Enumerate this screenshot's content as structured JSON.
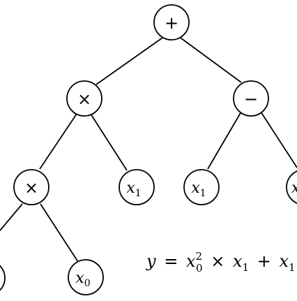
{
  "tree": {
    "nodes": {
      "root": {
        "label": "+",
        "kind": "operator"
      },
      "mult_left": {
        "label": "×",
        "kind": "operator"
      },
      "minus_right": {
        "label": "−",
        "kind": "operator"
      },
      "mult_inner": {
        "label": "×",
        "kind": "operator"
      },
      "x1_mid": {
        "label": "x",
        "sub": "1",
        "kind": "variable"
      },
      "x1_right": {
        "label": "x",
        "sub": "1",
        "kind": "variable"
      },
      "x_cutoff_right": {
        "label": "x",
        "kind": "variable"
      },
      "x0_bottom": {
        "label": "x",
        "sub": "0",
        "kind": "variable"
      }
    }
  },
  "formula": {
    "y": "y",
    "eq": "=",
    "x": "x",
    "sub0": "0",
    "sup2": "2",
    "times": "×",
    "sub1": "1",
    "plus": "+",
    "sub1b": "1"
  }
}
